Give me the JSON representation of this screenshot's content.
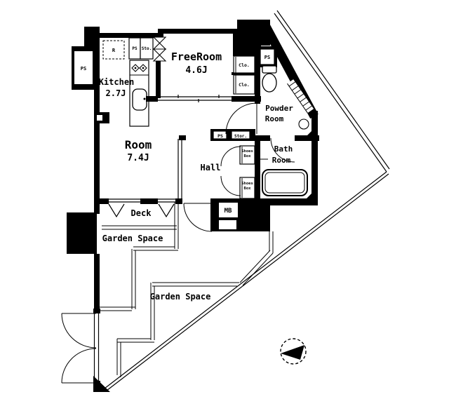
{
  "floorplan": {
    "rooms": {
      "freeroom": {
        "name": "FreeRoom",
        "size": "4.6J"
      },
      "kitchen": {
        "name": "Kitchen",
        "size": "2.7J"
      },
      "main_room": {
        "name": "Room",
        "size": "7.4J"
      },
      "hall": {
        "name": "Hall"
      },
      "powder_room": {
        "line1": "Powder",
        "line2": "Room"
      },
      "bath_room": {
        "line1": "Bath",
        "line2": "Room"
      },
      "deck": {
        "name": "Deck"
      },
      "garden_space_upper": {
        "name": "Garden Space"
      },
      "garden_space_lower": {
        "name": "Garden Space"
      }
    },
    "utility_labels": {
      "ps": "PS",
      "sto": "Sto.",
      "stor": "Stor.",
      "clo": "Clo.",
      "mb": "MB",
      "refrigerator_space": "R",
      "shoes_box": {
        "line1": "Shoes",
        "line2": "Box"
      }
    },
    "colors": {
      "wall": "#000000",
      "background": "#ffffff"
    }
  }
}
